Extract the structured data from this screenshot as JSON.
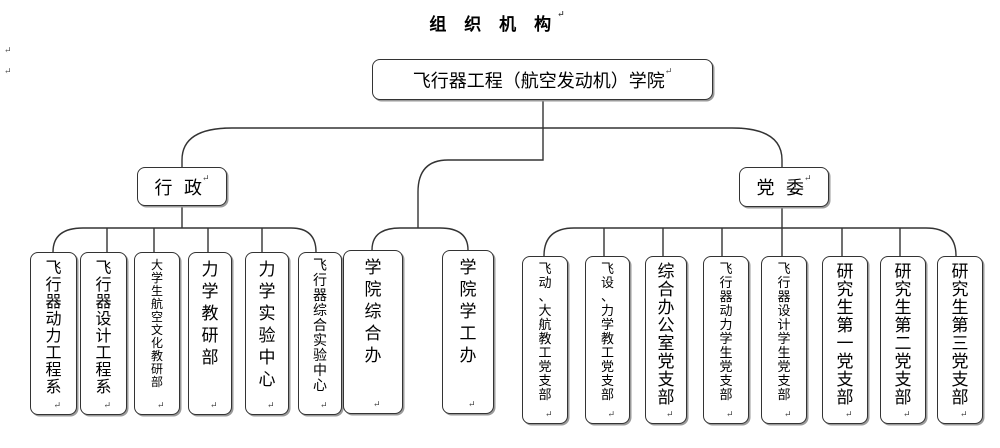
{
  "title": "组 织 机 构",
  "return_mark": "↵",
  "root": {
    "label": "飞行器工程（航空发动机）学院"
  },
  "branches": [
    {
      "label": "行  政",
      "units": [
        {
          "label": "飞行器动力工程系"
        },
        {
          "label": "飞行器设计工程系"
        },
        {
          "label": "大学生航空文化教研部"
        },
        {
          "label": "力学教研部"
        },
        {
          "label": "力学实验中心"
        },
        {
          "label": "飞行器综合实验中心"
        }
      ]
    },
    {
      "label": "",
      "units": [
        {
          "label": "学院综合办"
        },
        {
          "label": "学院学工办"
        }
      ]
    },
    {
      "label": "党  委",
      "units": [
        {
          "label": "飞动、大航教工党支部"
        },
        {
          "label": "飞设、力学教工党支部"
        },
        {
          "label": "综合办公室党支部"
        },
        {
          "label": "飞行器动力学生党支部"
        },
        {
          "label": "飞行器设计学生党支部"
        },
        {
          "label": "研究生第一党支部"
        },
        {
          "label": "研究生第二党支部"
        },
        {
          "label": "研究生第三党支部"
        }
      ]
    }
  ]
}
